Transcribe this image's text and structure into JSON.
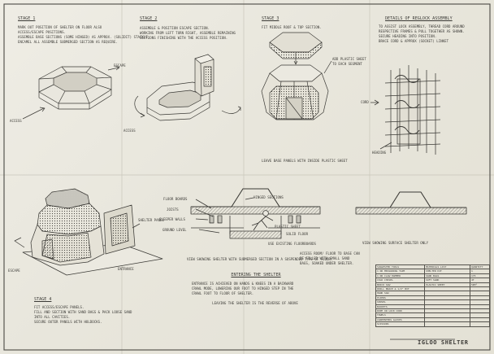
{
  "stage1": {
    "title": "STAGE 1",
    "lines": [
      "MARK OUT POSITION OF SHELTER ON FLOOR ALSO",
      "ACCESS/ESCAPE POSITIONS.",
      "ASSEMBLE BASE SECTIONS (SOME HINGED) AS APPROX. (SOLIDIT) STACKLE,",
      "ENCAMEL ALL ASSEMBLE SUBMERGED SECTION AS REQUIRE."
    ],
    "labels": {
      "escape": "ESCAPE",
      "access": "ACCESS"
    }
  },
  "stage2": {
    "title": "STAGE 2",
    "lines": [
      "ASSEMBLE & POSITION ESCAPE SECTION.",
      "WORKING FROM LEFT TURN RIGHT, ASSEMBLE REMAINING",
      "SECTIONS FINISHING WITH THE ACCESS POSITION."
    ],
    "labels": {
      "access": "ACCESS"
    }
  },
  "stage3": {
    "title": "STAGE 3",
    "lines": [
      "FIT MIDDLE ROOF & TOP SECTION."
    ],
    "labels": {
      "sheet": "ADD PLASTIC SHEET",
      "segment": "TO EACH SEGMENT",
      "panels": "LEAVE BASE PANELS WITH INSIDE PLASTIC SHEET"
    }
  },
  "details": {
    "title": "DETAILS OF REGLOCK ASSEMBLY",
    "lines": [
      "TO ASSIST LOCK ASSEMBLY, THREAD CORD AROUND",
      "RESPECTIVE FRAMES & PULL TOGETHER AS SHOWN.",
      "SECURE HEADING INTO POSITION.",
      "BRACE CORD & APPROX (SOCKET) LINKET"
    ],
    "labels": {
      "cord": "CORD",
      "heading": "HEADING"
    }
  },
  "stage4": {
    "title": "STAGE 4",
    "lines": [
      "FIT ACCESS/ESCAPE PANELS.",
      "FILL AND SECTION WITH SAND BAGS & PACK LOOSE SAND",
      "INTO ALL CAVITIES.",
      "SECURE OUTER PANELS WITH HOLDOCKS."
    ],
    "labels": {
      "escape": "ESCAPE",
      "entrance": "ENTRANCE",
      "upperPanel": "SHELTER PANEL"
    }
  },
  "section": {
    "labels": {
      "floorBoards": "FLOOR BOARDS",
      "joists": "JOISTS",
      "sleeperWalls": "SLEEPER WALLS",
      "groundLevel": "GROUND LEVEL",
      "hingedSection": "HINGED SECTIONS",
      "plasticSheet": "PLASTIC SHEET",
      "solidFloor": "SOLID FLOOR",
      "useExisting": "USE EXISTING FLOORBOARDS",
      "accessRoom": "ACCESS ROOM/ FLOOR TO BASE CAN",
      "fillSand": "BE FILLED WITH SMALL SAND",
      "bags": "BAGS, SOAKED UNDER SHELTER."
    },
    "caption": "VIEW SHOWING SHELTER WITH SUBMERGED SECTION IN A SUSPENDED TYPE OF FLOOR.",
    "caption2": "VIEW SHOWING SURFACE SHELTER ONLY"
  },
  "entering": {
    "title": "ENTERING THE SHELTER",
    "lines": [
      "ENTRANCE IS ACHIEVED ON HANDS & KNEES IN A BACKWARD",
      "CRAWL MODE, LOWERING OUR FOOT TO HINGED STEP IN THE",
      "CRAWL FOOT TO FLOOR OF SHELTER."
    ],
    "leaving": "LEAVING THE SHELTER IS THE REVERSE OF ABOVE"
  },
  "titleBlock": {
    "headers": [
      "SUGGESTED TOOLS",
      "MATERIALS LIST",
      "QUANTITY"
    ],
    "rows": [
      [
        "1 No MEASURING TAPE",
        "SHELTER KIT",
        "1"
      ],
      [
        "1 No CLAW HAMMER",
        "SAND BAGS",
        "175"
      ],
      [
        "COLD CHISEL",
        "SOFT SAND",
        "4T"
      ],
      [
        "BRICK SAW",
        "PLASTIC SHEET",
        "50m²"
      ],
      [
        "DRILL BRACE & 1/2\" BIT",
        "",
        ""
      ],
      [
        "HAND SAW",
        "",
        ""
      ],
      [
        "PLIERS",
        "",
        ""
      ],
      [
        "SHOVEL",
        "",
        ""
      ],
      [
        "BUCKETS",
        "",
        ""
      ],
      [
        "ROPE OR LOCK CORD",
        "",
        ""
      ],
      [
        "TOWELS",
        "",
        ""
      ],
      [
        "CARPENTERS GLOVES",
        "",
        ""
      ],
      [
        "SCISSORS",
        "",
        ""
      ]
    ],
    "projectTitle": "IGLOO SHELTER"
  }
}
